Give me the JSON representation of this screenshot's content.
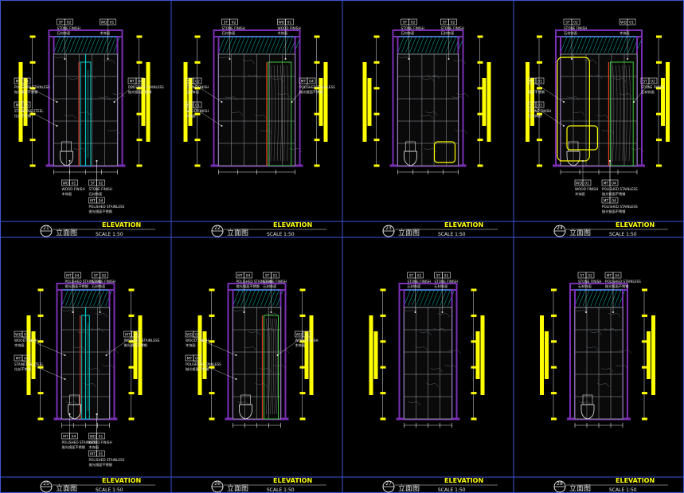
{
  "sheet": {
    "colors": {
      "background": "#000000",
      "frame": "#3a55d6",
      "wall": "#7a2fb5",
      "tile": "#9aa0a8",
      "cyan": "#00c8c8",
      "yellow": "#ffff00",
      "red": "#e03a20",
      "white": "#e8e8e8",
      "green": "#3cc83c"
    }
  },
  "panels": [
    {
      "number": "21",
      "title_en": "ELEVATION",
      "title_cn": "立面图",
      "scale": "SCALE 1:50",
      "tags": [
        {
          "code": "ST",
          "num": "02",
          "line1": "STONE FINISH",
          "line2": "石材饰面"
        },
        {
          "code": "WD",
          "num": "01",
          "line1": "",
          "line2": "木饰面"
        },
        {
          "code": "MT",
          "num": "04",
          "line1": "POLISHED STAINLESS",
          "line2": "抛光镜面不锈钢"
        },
        {
          "code": "MT",
          "num": "04",
          "line1": "POLISHED STAINLESS",
          "line2": "抛光镜面不锈钢"
        },
        {
          "code": "MT",
          "num": "06",
          "line1": "STAINLESS STEEL",
          "line2": "拉丝不锈钢"
        },
        {
          "code": "ST",
          "num": "02",
          "line1": "STONE FINISH",
          "line2": "石材饰面"
        },
        {
          "code": "WD",
          "num": "01",
          "line1": "WOOD FINISH",
          "line2": "木饰面"
        },
        {
          "code": "MT",
          "num": "04",
          "line1": "POLISHED STAINLESS",
          "line2": "抛光镜面不锈钢"
        }
      ]
    },
    {
      "number": "22",
      "title_en": "ELEVATION",
      "title_cn": "立面图",
      "scale": "SCALE 1:50",
      "tags": [
        {
          "code": "ST",
          "num": "02",
          "line1": "STONE FINISH",
          "line2": "石材饰面"
        },
        {
          "code": "WD",
          "num": "01",
          "line1": "WOOD FINISH",
          "line2": "木饰面"
        },
        {
          "code": "ST",
          "num": "02",
          "line1": "STONE FINISH",
          "line2": "石材饰面"
        },
        {
          "code": "MT",
          "num": "04",
          "line1": "POLISHED STAINLESS",
          "line2": "抛光镜面不锈钢"
        },
        {
          "code": "WD",
          "num": "01",
          "line1": "WOOD FINISH",
          "line2": "木饰面"
        }
      ]
    },
    {
      "number": "23",
      "title_en": "ELEVATION",
      "title_cn": "立面图",
      "scale": "SCALE 1:50",
      "tags": [
        {
          "code": "ST",
          "num": "02",
          "line1": "STONE FINISH",
          "line2": "石材饰面"
        },
        {
          "code": "ST",
          "num": "02",
          "line1": "STONE FINISH",
          "line2": "石材饰面"
        }
      ]
    },
    {
      "number": "24",
      "title_en": "ELEVATION",
      "title_cn": "立面图",
      "scale": "SCALE 1:50",
      "tags": [
        {
          "code": "ST",
          "num": "02",
          "line1": "STONE FINISH",
          "line2": "石材饰面"
        },
        {
          "code": "WD",
          "num": "01",
          "line1": "",
          "line2": "木饰面"
        },
        {
          "code": "MT",
          "num": "01",
          "line1": "",
          "line2": "镜面不锈钢"
        },
        {
          "code": "ST",
          "num": "02",
          "line1": "STONE FINISH",
          "line2": "石材饰面"
        },
        {
          "code": "ST",
          "num": "03",
          "line1": "STONE FINISH",
          "line2": "石材饰面"
        },
        {
          "code": "MT",
          "num": "04",
          "line1": "POLISHED STAINLESS",
          "line2": "抛光镜面不锈钢"
        },
        {
          "code": "WD",
          "num": "01",
          "line1": "WOOD FINISH",
          "line2": "木饰面"
        },
        {
          "code": "MT",
          "num": "04",
          "line1": "POLISHED STAINLESS",
          "line2": "抛光镜面不锈钢"
        }
      ]
    },
    {
      "number": "25",
      "title_en": "ELEVATION",
      "title_cn": "立面图",
      "scale": "SCALE 1:50",
      "tags": [
        {
          "code": "MT",
          "num": "04",
          "line1": "POLISHED STAINLESS",
          "line2": "抛光镜面不锈钢"
        },
        {
          "code": "ST",
          "num": "02",
          "line1": "STONE FINISH",
          "line2": "石材饰面"
        },
        {
          "code": "WD",
          "num": "01",
          "line1": "WOOD FINISH",
          "line2": "木饰面"
        },
        {
          "code": "MT",
          "num": "04",
          "line1": "POLISHED STAINLESS",
          "line2": "抛光镜面不锈钢"
        },
        {
          "code": "MT",
          "num": "06",
          "line1": "STAINLESS STEEL",
          "line2": "拉丝不锈钢"
        },
        {
          "code": "WD",
          "num": "01",
          "line1": "WOOD FINISH",
          "line2": "木饰面"
        },
        {
          "code": "MT",
          "num": "04",
          "line1": "POLISHED STAINLESS",
          "line2": "抛光镜面不锈钢"
        },
        {
          "code": "MT",
          "num": "01",
          "line1": "POLISHED STAINLESS",
          "line2": "抛光镜面不锈钢"
        }
      ]
    },
    {
      "number": "26",
      "title_en": "ELEVATION",
      "title_cn": "立面图",
      "scale": "SCALE 1:50",
      "tags": [
        {
          "code": "MT",
          "num": "04",
          "line1": "POLISHED STAINLESS",
          "line2": "抛光镜面不锈钢"
        },
        {
          "code": "ST",
          "num": "02",
          "line1": "STONE FINISH",
          "line2": "石材饰面"
        },
        {
          "code": "WD",
          "num": "01",
          "line1": "WOOD FINISH",
          "line2": "木饰面"
        },
        {
          "code": "WD",
          "num": "01",
          "line1": "WOOD FINISH",
          "line2": "木饰面"
        },
        {
          "code": "MT",
          "num": "04",
          "line1": "POLISHED STAINLESS",
          "line2": "抛光镜面不锈钢"
        }
      ]
    },
    {
      "number": "27",
      "title_en": "ELEVATION",
      "title_cn": "立面图",
      "scale": "SCALE 1:50",
      "tags": [
        {
          "code": "ST",
          "num": "02",
          "line1": "STONE FINISH",
          "line2": "石材饰面"
        },
        {
          "code": "ST",
          "num": "02",
          "line1": "STONE FINISH",
          "line2": "石材饰面"
        }
      ]
    },
    {
      "number": "28",
      "title_en": "ELEVATION",
      "title_cn": "立面图",
      "scale": "SCALE 1:50",
      "tags": [
        {
          "code": "ST",
          "num": "02",
          "line1": "STONE FINISH",
          "line2": "石材饰面"
        },
        {
          "code": "MT",
          "num": "04",
          "line1": "POLISHED STAINLESS",
          "line2": "抛光镜面不锈钢"
        }
      ]
    }
  ]
}
